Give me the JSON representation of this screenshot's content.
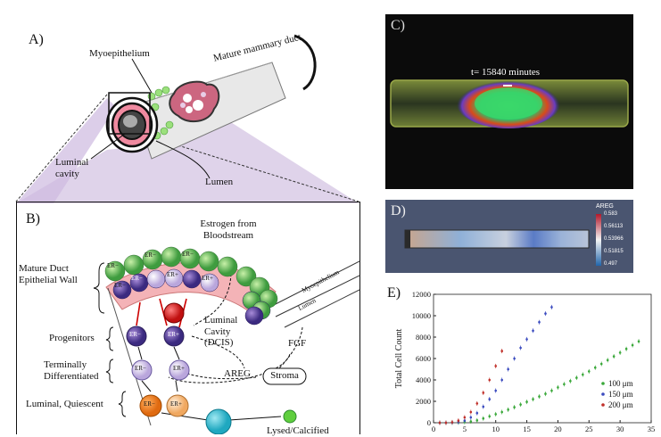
{
  "panelA": {
    "label": "A)",
    "myoepithelium": "Myoepithelium",
    "duct": "Mature mammary duct",
    "luminal_cavity": "Luminal cavity",
    "lumen": "Lumen"
  },
  "panelB": {
    "label": "B)",
    "estrogen": "Estrogen from Bloodstream",
    "mature_wall": "Mature Duct Epithelial Wall",
    "progenitors": "Progenitors",
    "terminally": "Terminally Differentiated",
    "quiescent": "Luminal, Quiescent",
    "luminal_cavity": "Luminal Cavity (DCIS)",
    "fgf": "FGF",
    "areg": "AREG",
    "stroma": "Stroma",
    "myoepithelium": "Myoepithelium",
    "lumen": "Lumen",
    "lysed": "Lysed/Calcified",
    "er_neg": "ER−",
    "er_pos": "ER+"
  },
  "panelC": {
    "label": "C)",
    "time": "t= 15840 minutes"
  },
  "panelD": {
    "label": "D)",
    "colorbar_title": "AREG",
    "colorbar_ticks": [
      "0.583",
      "0.56113",
      "0.53966",
      "0.51815",
      "0.497"
    ]
  },
  "panelE": {
    "label": "E)"
  },
  "chart_data": {
    "type": "scatter",
    "title": "",
    "xlabel": "",
    "ylabel": "Total Cell Count",
    "xlim": [
      0,
      35
    ],
    "ylim": [
      0,
      12000
    ],
    "x_ticks": [
      "0",
      "5",
      "10",
      "15",
      "20",
      "25",
      "30",
      "35"
    ],
    "y_ticks": [
      "0",
      "2000",
      "4000",
      "6000",
      "8000",
      "10000",
      "12000"
    ],
    "legend_position": "bottom-right",
    "series": [
      {
        "name": "100 μm",
        "color": "#3aa83a",
        "x": [
          1,
          2,
          3,
          4,
          5,
          6,
          7,
          8,
          9,
          10,
          11,
          12,
          13,
          14,
          15,
          16,
          17,
          18,
          19,
          20,
          21,
          22,
          23,
          24,
          25,
          26,
          27,
          28,
          29,
          30,
          31,
          32,
          33
        ],
        "y": [
          0,
          0,
          10,
          20,
          60,
          120,
          220,
          400,
          600,
          800,
          1000,
          1220,
          1450,
          1700,
          1950,
          2200,
          2450,
          2700,
          3000,
          3300,
          3600,
          3900,
          4200,
          4500,
          4800,
          5150,
          5500,
          5850,
          6200,
          6550,
          6900,
          7250,
          7600
        ]
      },
      {
        "name": "150 μm",
        "color": "#3b4bbf",
        "x": [
          1,
          2,
          3,
          4,
          5,
          6,
          7,
          8,
          9,
          10,
          11,
          12,
          13,
          14,
          15,
          16,
          17,
          18,
          19
        ],
        "y": [
          0,
          0,
          20,
          60,
          200,
          500,
          900,
          1500,
          2200,
          3000,
          4000,
          5000,
          6000,
          7000,
          7800,
          8600,
          9400,
          10200,
          10800
        ]
      },
      {
        "name": "200 μm",
        "color": "#c0302a",
        "x": [
          1,
          2,
          3,
          4,
          5,
          6,
          7,
          8,
          9,
          10,
          11
        ],
        "y": [
          0,
          0,
          50,
          200,
          500,
          1000,
          1800,
          2800,
          4000,
          5300,
          6700
        ]
      }
    ]
  },
  "colors": {
    "er_neg_green": "#4caf50",
    "er_pos_lavender": "#c9b6e4",
    "progenitor_purple": "#5a3c99",
    "red_cell": "#d62828",
    "orange": "#f07f1d",
    "peach": "#f5b97a",
    "cyan": "#3cc0d4"
  }
}
